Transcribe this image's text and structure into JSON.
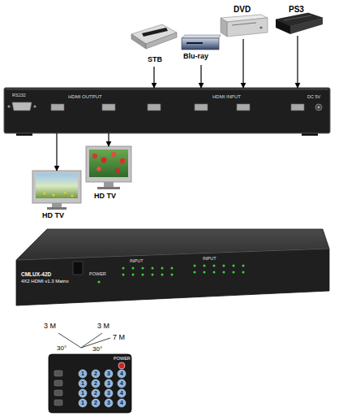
{
  "diagram": {
    "nodes": [
      {
        "text": [
          "STB"
        ]
      },
      {
        "text": [
          "Blu-ray"
        ]
      },
      {
        "text": [
          "DVD"
        ]
      },
      {
        "text": [
          "PS3"
        ]
      },
      {
        "text": [
          "RS232",
          "HDMI OUTPUT",
          "HDMI INPUT",
          "DC 5V"
        ]
      },
      {
        "text": [
          "HD TV"
        ]
      },
      {
        "text": [
          "HD TV"
        ]
      },
      {
        "text": [
          "POWER",
          "INPUT",
          "INPUT",
          "CMLUX-42D",
          "4X2 HDMI v1.3 Matrix"
        ]
      },
      {
        "text": [
          "POWER"
        ]
      }
    ],
    "edges": [
      {
        "from": 0,
        "to": 4,
        "arrow": "to"
      },
      {
        "from": 1,
        "to": 4,
        "arrow": "to"
      },
      {
        "from": 2,
        "to": 4,
        "arrow": "to"
      },
      {
        "from": 3,
        "to": 4,
        "arrow": "to"
      },
      {
        "from": 4,
        "to": 5,
        "arrow": "to"
      },
      {
        "from": 4,
        "to": 6,
        "arrow": "to"
      }
    ],
    "labels": [
      "3 M",
      "3 M",
      "7 M",
      "30°",
      "30°",
      "1",
      "2",
      "3",
      "4",
      "1",
      "2",
      "3",
      "4",
      "1",
      "2",
      "3",
      "4",
      "1",
      "2",
      "3",
      "4"
    ]
  }
}
